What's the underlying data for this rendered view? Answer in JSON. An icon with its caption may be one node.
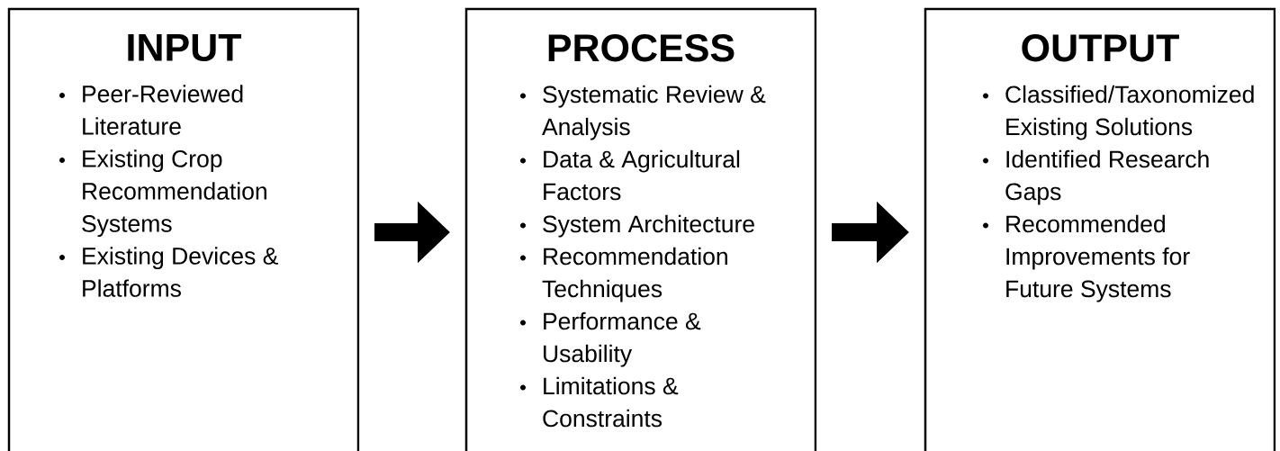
{
  "diagram": {
    "nodes": [
      {
        "text": [
          "INPUT",
          "Peer-Reviewed Literature",
          "Existing Crop Recommendation Systems",
          "Existing Devices & Platforms"
        ]
      },
      {
        "text": [
          "PROCESS",
          "Systematic Review & Analysis",
          "Data & Agricultural Factors",
          "System Architecture",
          "Recommendation Techniques",
          "Performance & Usability",
          "Limitations & Constraints"
        ]
      },
      {
        "text": [
          "OUTPUT",
          "Classified/Taxonomized Existing Solutions",
          "Identified Research Gaps",
          "Recommended Improvements for Future Systems"
        ]
      }
    ],
    "edges": [
      {
        "from": 0,
        "to": 1,
        "arrow": "to"
      },
      {
        "from": 1,
        "to": 2,
        "arrow": "to"
      }
    ]
  }
}
